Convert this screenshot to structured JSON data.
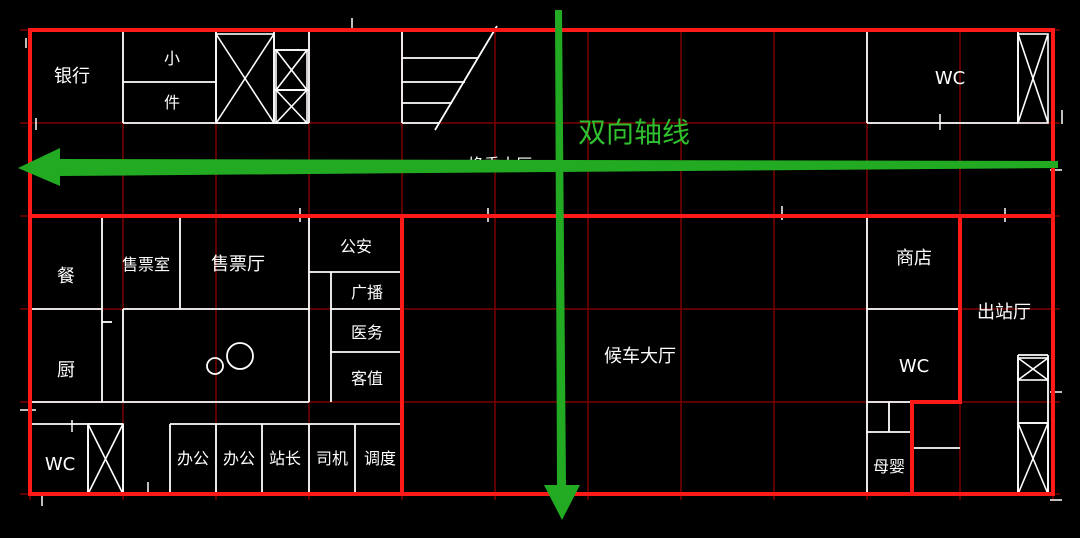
{
  "colors": {
    "background": "#000000",
    "walls": "#ff1a1a",
    "grid": "#7a0000",
    "lines": "#ffffff",
    "axis": "#22aa22",
    "axis_label": "#2fbf2f"
  },
  "rooms": {
    "bank": "银行",
    "small_parcels_1": "小",
    "small_parcels_2": "件",
    "concourse_top": "换乘大厅",
    "wc_top_right": "WC",
    "dining_1": "餐",
    "kitchen": "厨",
    "ticket_office": "售票室",
    "ticket_hall": "售票厅",
    "police": "公安",
    "broadcast": "广播",
    "medical": "医务",
    "passenger_service": "客值",
    "wc_bottom_left": "WC",
    "office_1": "办公",
    "office_2": "办公",
    "stationmaster": "站长",
    "driver": "司机",
    "dispatch": "调度",
    "waiting_hall": "候车大厅",
    "shop": "商店",
    "exit_hall": "出站厅",
    "wc_right": "WC",
    "mother_baby": "母婴"
  },
  "annotation": {
    "axis_label": "双向轴线"
  }
}
